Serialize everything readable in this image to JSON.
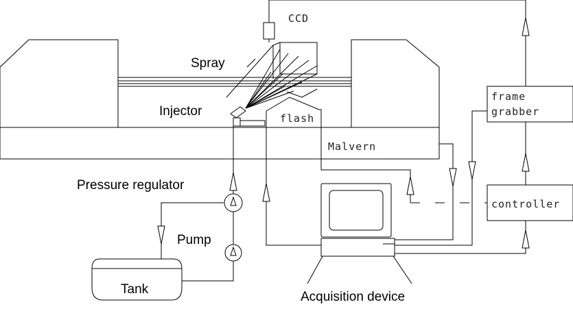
{
  "labels": {
    "ccd": "CCD",
    "spray": "Spray",
    "injector": "Injector",
    "flash": "flash",
    "malvern": "Malvern",
    "frame_grabber_line1": "frame",
    "frame_grabber_line2": "grabber",
    "controller": "controller",
    "pressure_regulator": "Pressure regulator",
    "pump": "Pump",
    "tank": "Tank",
    "acquisition_device": "Acquisition device"
  }
}
